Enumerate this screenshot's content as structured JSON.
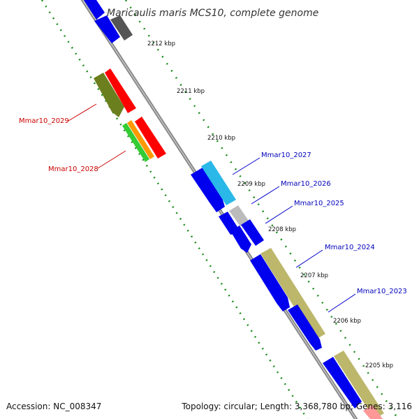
{
  "title": "Maricaulis maris MCS10, complete genome",
  "footer": {
    "accession": "Accession: NC_008347",
    "summary": "Topology: circular; Length: 3,368,780 bp; Genes: 3,116"
  },
  "ticks": [
    "2212 kbp",
    "2211 kbp",
    "2210 kbp",
    "2209 kbp",
    "2208 kbp",
    "2207 kbp",
    "2206 kbp",
    "2205 kbp"
  ],
  "genes_right": [
    "Mmar10_2027",
    "Mmar10_2026",
    "Mmar10_2025",
    "Mmar10_2024",
    "Mmar10_2023"
  ],
  "genes_left": [
    "Mmar10_2029",
    "Mmar10_2028"
  ],
  "colors": {
    "blue": "#0000ee",
    "gray": "#555555",
    "olive": "#6b7f1e",
    "red": "#ff0000",
    "green_light": "#33cc33",
    "orange": "#ff9900",
    "cyan": "#2ab8e8",
    "light_gray": "#bbbbbb",
    "khaki": "#bdb76b",
    "dot_green": "#1a8a1a",
    "backbone": "#808080",
    "label_red": "#cc0000",
    "label_blue": "#0000bb"
  }
}
